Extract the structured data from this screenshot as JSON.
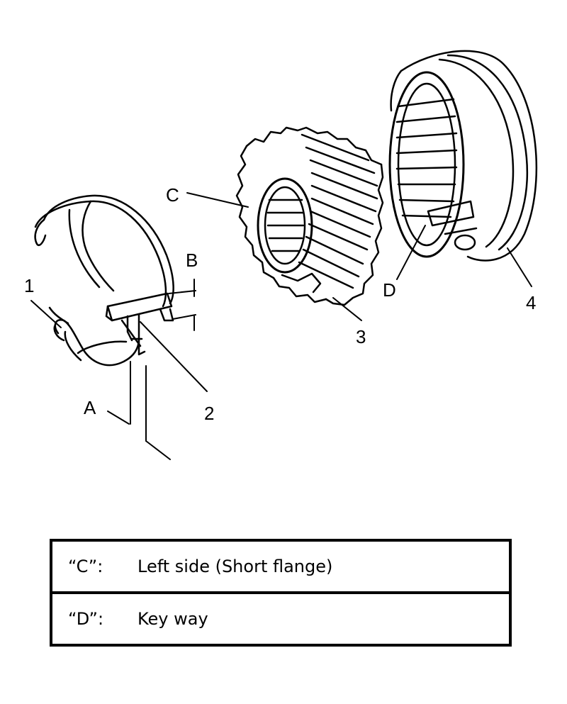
{
  "callouts": {
    "part_1": "1",
    "part_2": "2",
    "part_3": "3",
    "part_4": "4",
    "dim_a": "A",
    "dim_b": "B",
    "point_c": "C",
    "point_d": "D"
  },
  "legend": [
    {
      "key": "“C”:",
      "description": "Left side (Short flange)"
    },
    {
      "key": "“D”:",
      "description": "Key way"
    }
  ]
}
